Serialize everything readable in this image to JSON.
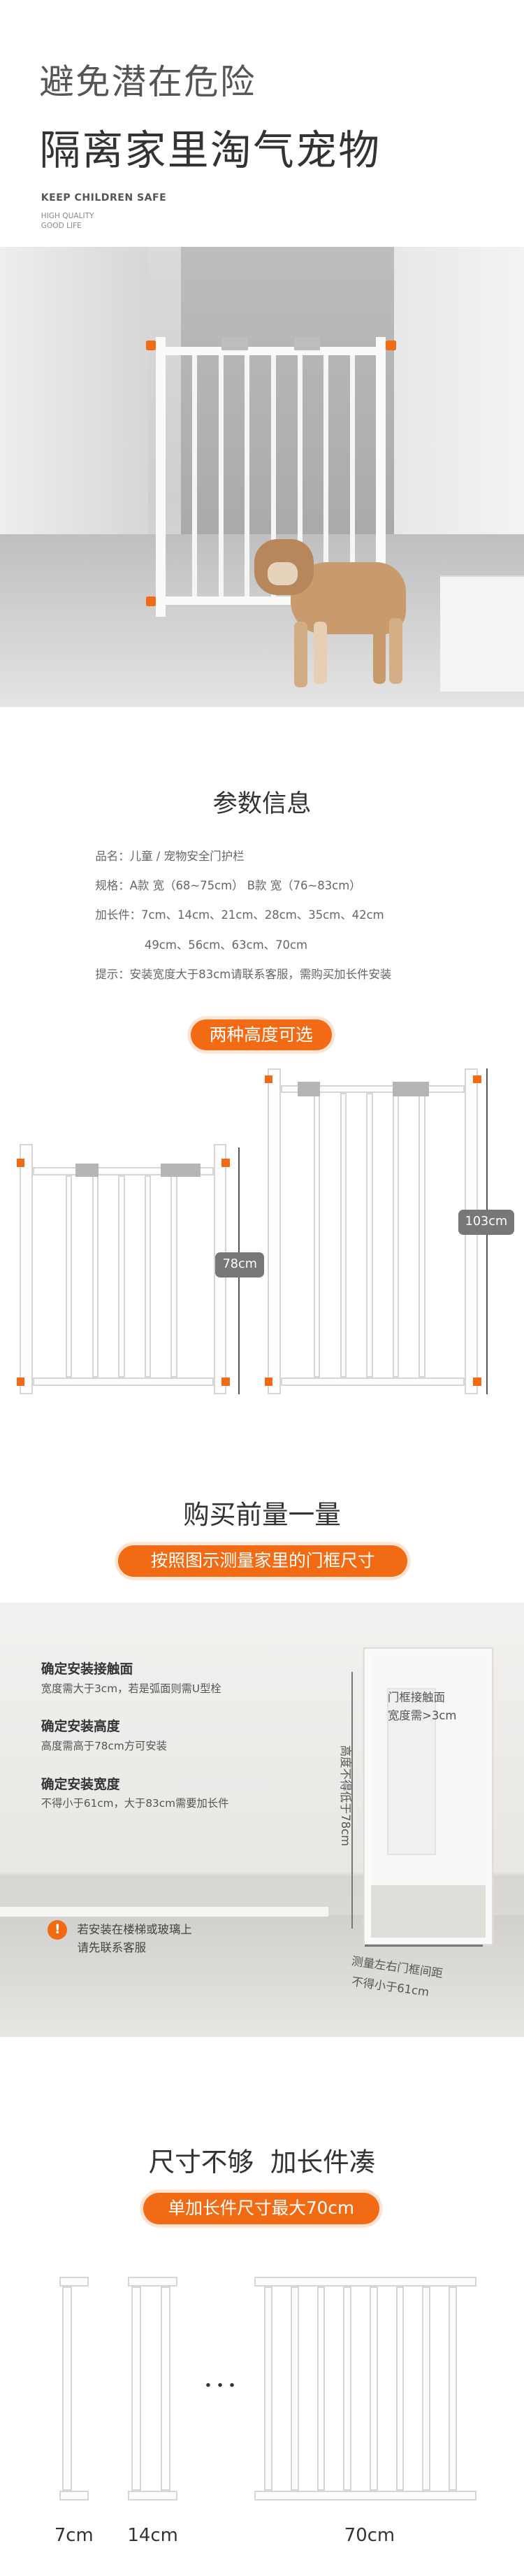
{
  "hero": {
    "title_line1": "避免潜在危险",
    "title_line2": "隔离家里淘气宠物",
    "tagline": "KEEP CHILDREN SAFE",
    "subtag1": "HIGH QUALITY",
    "subtag2": "GOOD LIFE"
  },
  "params": {
    "heading": "参数信息",
    "lines": [
      "品名：儿童 / 宠物安全门护栏",
      "规格：A款 宽（68~75cm） B款 宽（76~83cm）",
      "加长件：7cm、14cm、21cm、28cm、35cm、42cm",
      "49cm、56cm、63cm、70cm",
      "提示：安装宽度大于83cm请联系客服，需购买加长件安装"
    ]
  },
  "heights": {
    "pill": "两种高度可选",
    "low_label": "78cm",
    "high_label": "103cm"
  },
  "measure": {
    "heading": "购买前量一量",
    "pill": "按照图示测量家里的门框尺寸",
    "items": [
      {
        "title": "确定安装接触面",
        "desc": "宽度需大于3cm，若是弧面则需U型栓"
      },
      {
        "title": "确定安装高度",
        "desc": "高度需高于78cm方可安装"
      },
      {
        "title": "确定安装宽度",
        "desc": "不得小于61cm，大于83cm需要加长件"
      }
    ],
    "warn_line1": "若安装在楼梯或玻璃上",
    "warn_line2": "请先联系客服",
    "warn_icon": "!",
    "door_note1": "门框接触面",
    "door_note2": "宽度需>3cm",
    "height_note": "高度不得低于78cm",
    "width_note1": "测量左右门框间距",
    "width_note2": "不得小于61cm"
  },
  "ext": {
    "heading": "尺寸不够  加长件凑",
    "pill": "单加长件尺寸最大70cm",
    "labels": [
      "7cm",
      "14cm",
      "70cm"
    ],
    "dots": "• • •"
  },
  "colors": {
    "accent": "#f26b14"
  }
}
